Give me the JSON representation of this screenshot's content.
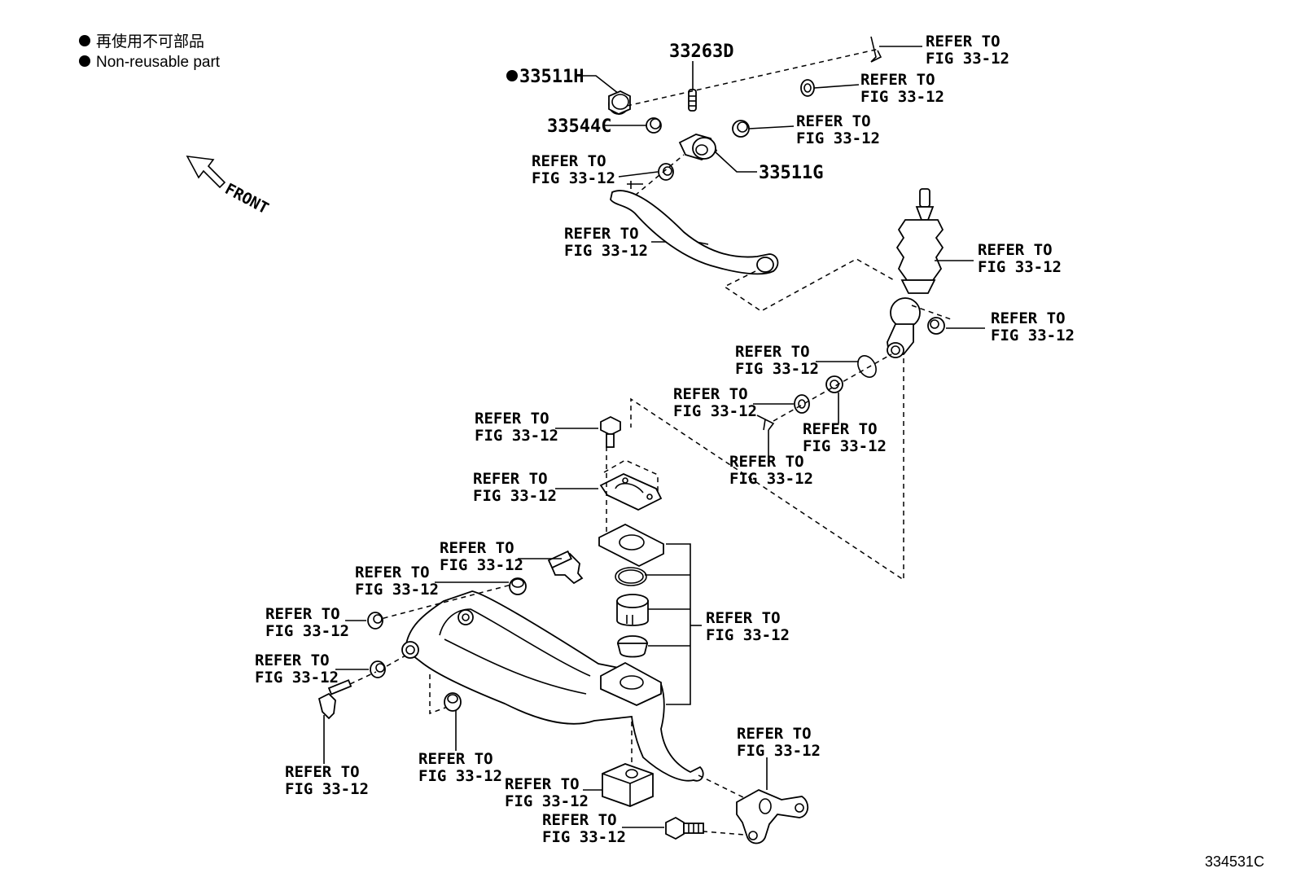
{
  "legend": {
    "marker": "●",
    "line1": "再使用不可部品",
    "line2": "Non-reusable part"
  },
  "front_label": "FRONT",
  "figure_number": "334531C",
  "parts": {
    "p33511H": "33511H",
    "p33263D": "33263D",
    "p33544C": "33544C",
    "p33511G": "33511G"
  },
  "refer_line1": "REFER TO",
  "refer_line2": "FIG 33-12"
}
